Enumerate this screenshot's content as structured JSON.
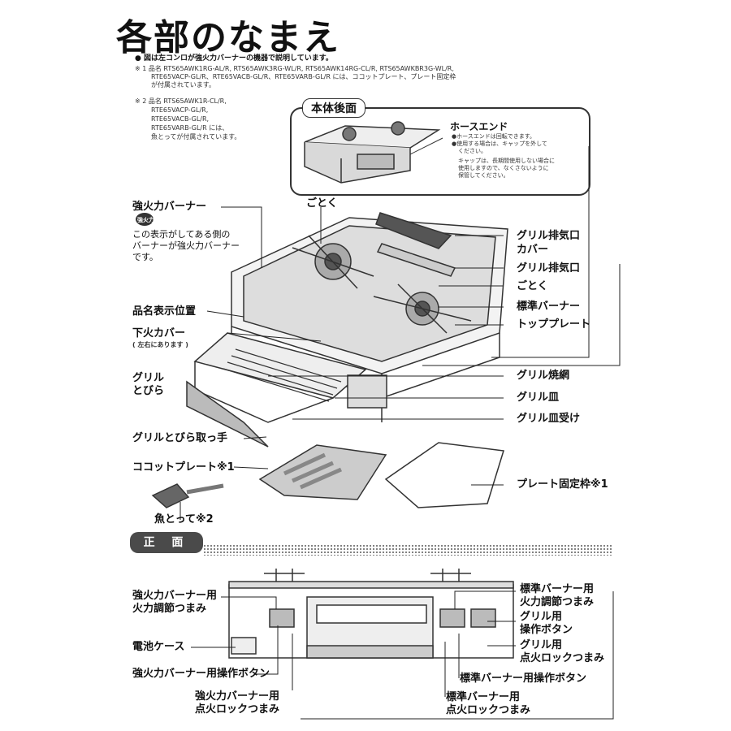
{
  "title": "各部のなまえ",
  "notes": {
    "main": "● 図は左コンロが強火力バーナーの機器で説明しています。",
    "n1_l1": "※ 1 品名 RTS65AWK1RG-AL/R, RTS65AWK3RG-WL/R, RTS65AWK14RG-CL/R, RTS65AWKBR3G-WL/R,",
    "n1_l2": "RTE65VACP-GL/R、RTE65VACB-GL/R、RTE65VARB-GL/R には、ココットプレート、プレート固定枠",
    "n1_l3": "が付属されています。",
    "n2_l1": "※ 2 品名 RTS65AWK1R-CL/R,",
    "n2_l2": "RTE65VACP-GL/R,",
    "n2_l3": "RTE65VACB-GL/R,",
    "n2_l4": "RTE65VARB-GL/R には、",
    "n2_l5": "魚とってが付属されています。"
  },
  "rear": {
    "tag": "本体後面",
    "hose_end": "ホースエンド",
    "hose_n1": "●ホースエンドは回転できます。",
    "hose_n2": "●使用する場合は、キャップを外して",
    "hose_n3": "ください。",
    "hose_n4": "キャップは、長期間使用しない場合に",
    "hose_n5": "使用しますので、なくさないように",
    "hose_n6": "保管してください。"
  },
  "labels": {
    "strong_burner": "強火力バーナー",
    "strong_mark": "強火力",
    "strong_desc1": "この表示がしてある側の",
    "strong_desc2": "バーナーが強火力バーナー",
    "strong_desc3": "です。",
    "gotoku_top": "ごとく",
    "grill_vent_cover1": "グリル排気口",
    "grill_vent_cover2": "カバー",
    "grill_vent": "グリル排気口",
    "gotoku_right": "ごとく",
    "std_burner": "標準バーナー",
    "top_plate": "トッププレート",
    "model_pos": "品名表示位置",
    "lower_cover": "下火カバー",
    "lower_cover_note": "( 左右にあります )",
    "grill_door1": "グリル",
    "grill_door2": "とびら",
    "grill_net": "グリル焼網",
    "grill_pan": "グリル皿",
    "grill_pan_recv": "グリル皿受け",
    "door_handle": "グリルとびら取っ手",
    "cocotte": "ココットプレート※1",
    "plate_frame": "プレート固定枠※1",
    "fish_tool": "魚とって※2"
  },
  "front": {
    "tag": "正 面",
    "strong_knob1": "強火力バーナー用",
    "strong_knob2": "火力調節つまみ",
    "battery": "電池ケース",
    "strong_btn": "強火力バーナー用操作ボタン",
    "strong_lock1": "強火力バーナー用",
    "strong_lock2": "点火ロックつまみ",
    "std_knob1": "標準バーナー用",
    "std_knob2": "火力調節つまみ",
    "grill_btn1": "グリル用",
    "grill_btn2": "操作ボタン",
    "grill_lock1": "グリル用",
    "grill_lock2": "点火ロックつまみ",
    "std_btn": "標準バーナー用操作ボタン",
    "std_lock1": "標準バーナー用",
    "std_lock2": "点火ロックつまみ"
  }
}
